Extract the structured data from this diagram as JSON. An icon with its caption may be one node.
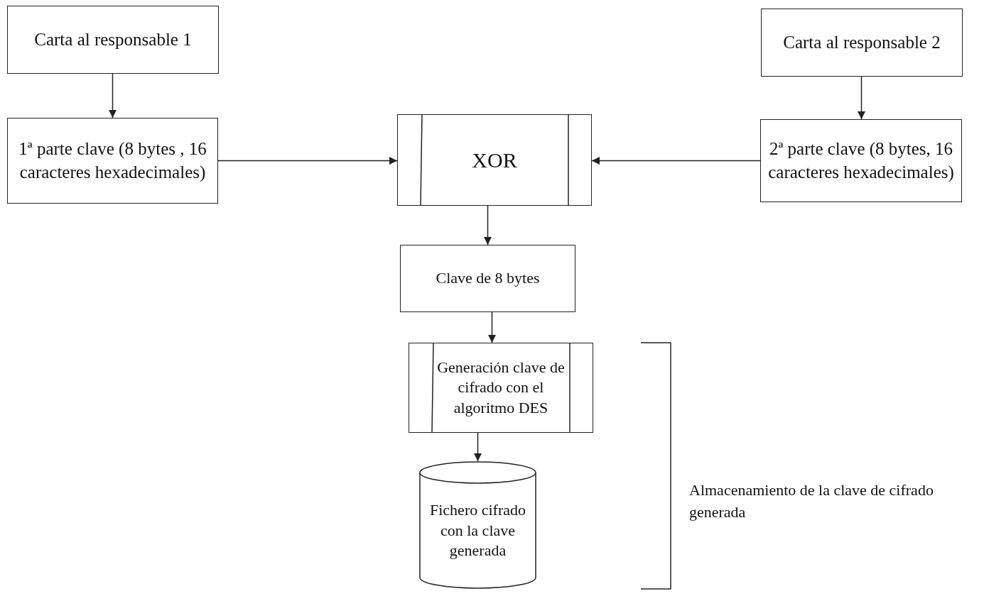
{
  "diagram": {
    "nodes": [
      {
        "text": [
          "Carta al responsable 1"
        ]
      },
      {
        "text": [
          "1ª parte clave (8 bytes , 16 caracteres hexadecimales)"
        ]
      },
      {
        "text": [
          "Carta al responsable 2"
        ]
      },
      {
        "text": [
          "XOR"
        ]
      },
      {
        "text": [
          "2ª parte clave (8 bytes, 16 caracteres hexadecimales)"
        ]
      },
      {
        "text": [
          "Clave de 8 bytes"
        ]
      },
      {
        "text": [
          "Generación clave de cifrado con el algoritmo DES"
        ]
      },
      {
        "text": [
          "Fichero cifrado con la clave generada"
        ]
      }
    ],
    "edges": [
      {
        "from": 0,
        "to": 1,
        "arrow": "to"
      },
      {
        "from": 2,
        "to": 4,
        "arrow": "to"
      },
      {
        "from": 1,
        "to": 3,
        "arrow": "to"
      },
      {
        "from": 4,
        "to": 3,
        "arrow": "to"
      },
      {
        "from": 3,
        "to": 5,
        "arrow": "to"
      },
      {
        "from": 5,
        "to": 6,
        "arrow": "to"
      },
      {
        "from": 6,
        "to": 7,
        "arrow": "to"
      }
    ],
    "labels": [
      "Almacenamiento de la clave de cifrado generada"
    ]
  }
}
